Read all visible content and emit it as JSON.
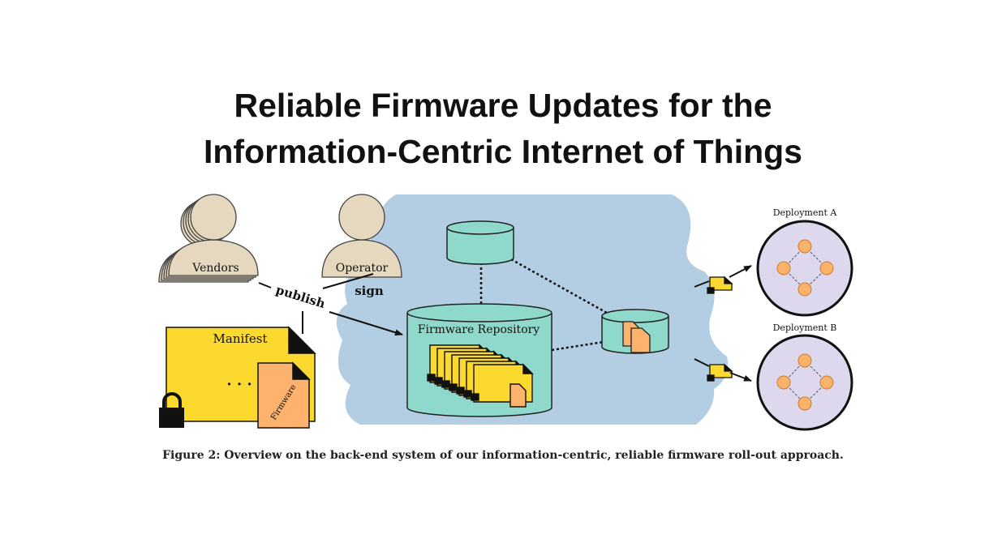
{
  "title_line1": "Reliable Firmware Updates for the",
  "title_line2": "Information-Centric Internet of Things",
  "labels": {
    "vendors": "Vendors",
    "operator": "Operator",
    "publish": "publish",
    "sign": "sign",
    "manifest": "Manifest",
    "ellipsis": "· · ·",
    "firmware": "Firmware",
    "repository": "Firmware Repository",
    "deployment_a": "Deployment A",
    "deployment_b": "Deployment B"
  },
  "caption": "Figure 2: Overview on the back-end system of our information-centric, reliable firmware roll-out approach.",
  "colors": {
    "cloud": "#b3cde3",
    "teal": "#8ed8cc",
    "yellow": "#fcd92e",
    "orange": "#fdb26e",
    "person": "#e6d8bf",
    "deployment": "#ddd8ee",
    "node": "#fbb36c"
  }
}
